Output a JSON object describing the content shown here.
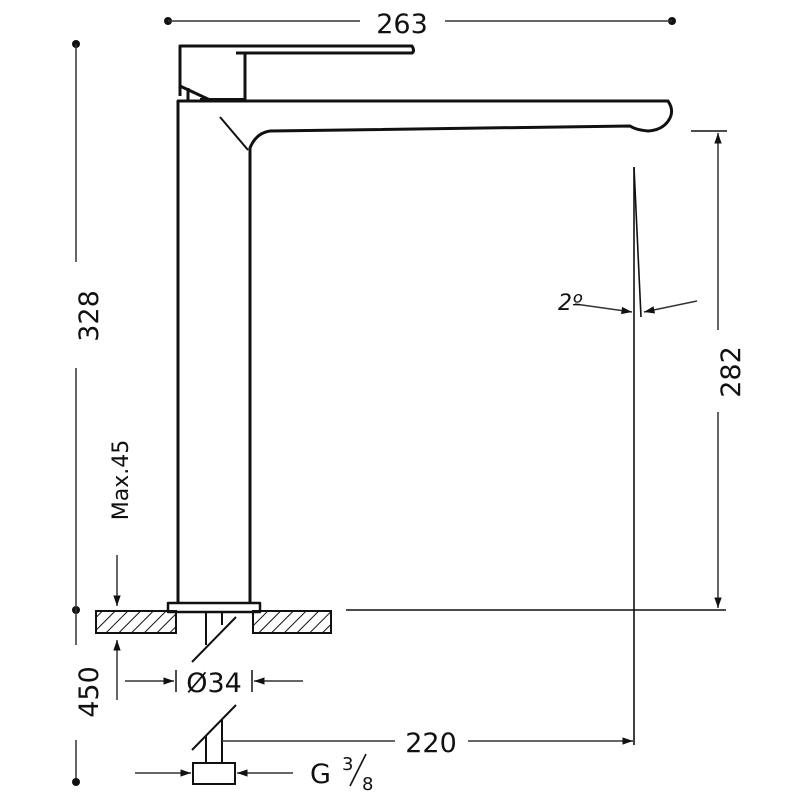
{
  "drawing": {
    "title": "Tall basin mixer technical drawing",
    "units": "mm",
    "dimensions": {
      "overall_width": "263",
      "overall_height": "328",
      "spout_height": "282",
      "max_deck_thickness": "Max.45",
      "hose_length": "450",
      "base_diameter": "Ø34",
      "spout_reach": "220",
      "connection": "G",
      "connection_num": "3",
      "connection_den": "8",
      "flow_angle": "2º"
    }
  }
}
